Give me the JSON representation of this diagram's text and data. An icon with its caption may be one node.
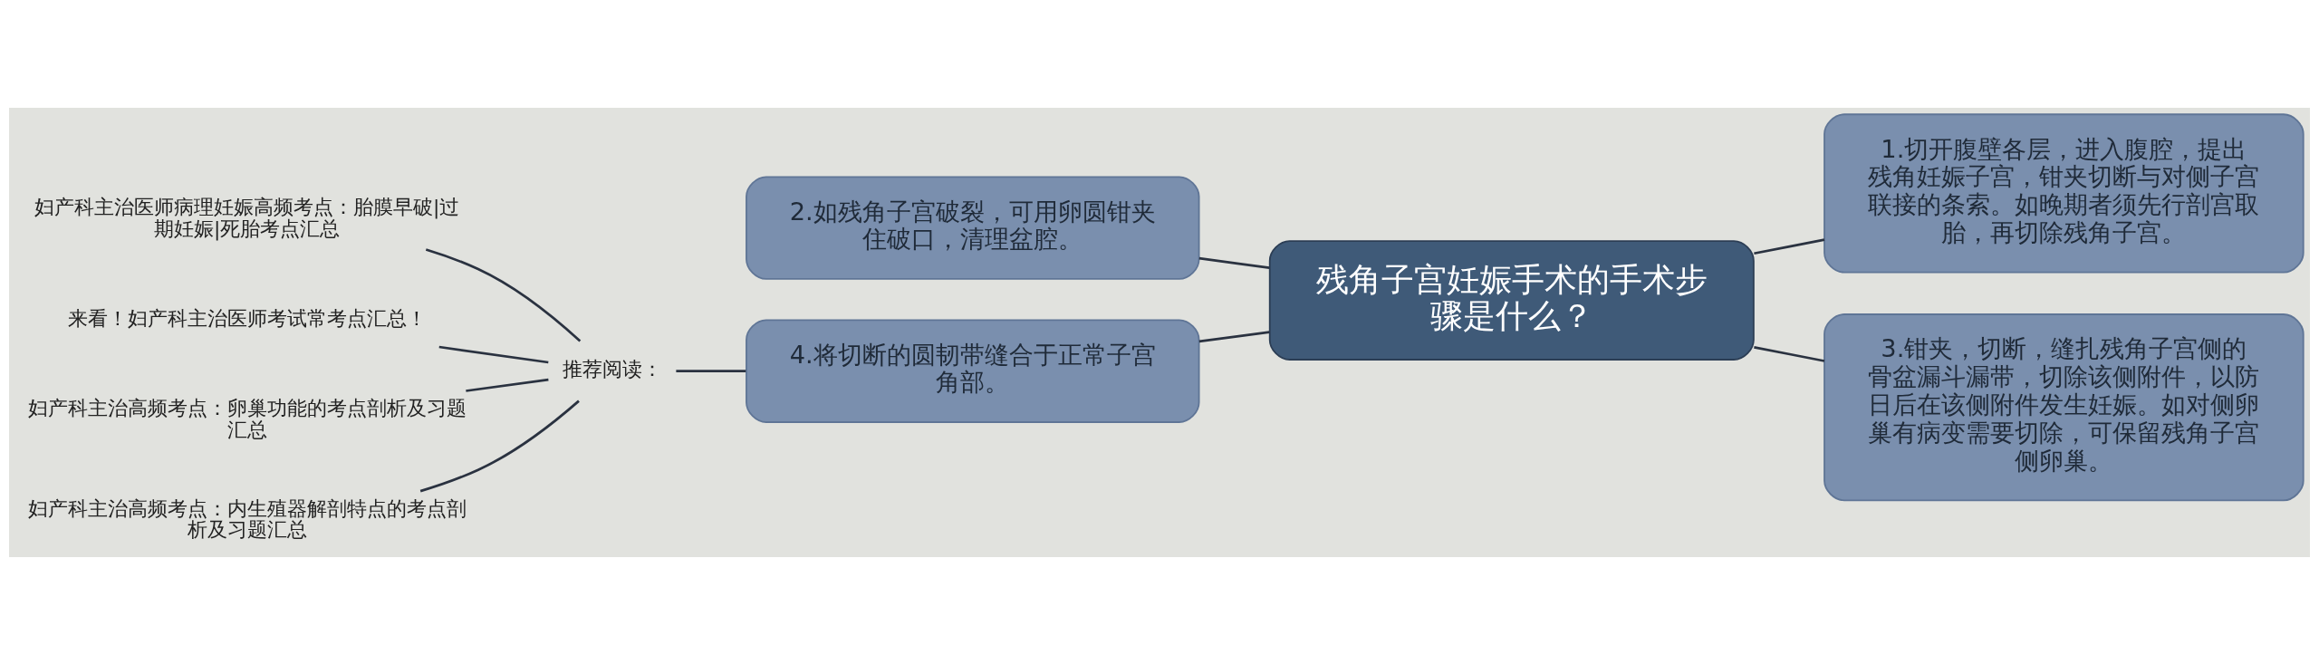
{
  "diagram": {
    "nodes": [
      {
        "text": [
          "残角子宫妊娠手术的手术步骤是什么？"
        ]
      },
      {
        "text": [
          "1.切开腹壁各层，进入腹腔，提出残角妊娠子宫，钳夹切断与对侧子宫联接的条索。如晚期者须先行剖宫取胎，再切除残角子宫。"
        ]
      },
      {
        "text": [
          "2.如残角子宫破裂，可用卵圆钳夹住破口，清理盆腔。"
        ]
      },
      {
        "text": [
          "3.钳夹，切断，缝扎残角子宫侧的骨盆漏斗漏带，切除该侧附件，以防日后在该侧附件发生妊娠。如对侧卵巢有病变需要切除，可保留残角子宫侧卵巢。"
        ]
      },
      {
        "text": [
          "4.将切断的圆韧带缝合于正常子宫角部。"
        ]
      },
      {
        "text": [
          "推荐阅读："
        ]
      },
      {
        "text": [
          "妇产科主治医师病理妊娠高频考点：胎膜早破|过期妊娠|死胎考点汇总"
        ]
      },
      {
        "text": [
          "来看！妇产科主治医师考试常考点汇总！"
        ]
      },
      {
        "text": [
          "妇产科主治高频考点：卵巢功能的考点剖析及习题汇总"
        ]
      },
      {
        "text": [
          "妇产科主治高频考点：内生殖器解剖特点的考点剖析及习题汇总"
        ]
      }
    ],
    "edges": [
      {
        "from": 0,
        "to": 1,
        "arrow": "none"
      },
      {
        "from": 0,
        "to": 2,
        "arrow": "none"
      },
      {
        "from": 0,
        "to": 3,
        "arrow": "none"
      },
      {
        "from": 0,
        "to": 4,
        "arrow": "none"
      },
      {
        "from": 4,
        "to": 5,
        "arrow": "none"
      },
      {
        "from": 5,
        "to": 6,
        "arrow": "none"
      },
      {
        "from": 5,
        "to": 7,
        "arrow": "none"
      },
      {
        "from": 5,
        "to": 8,
        "arrow": "none"
      },
      {
        "from": 5,
        "to": 9,
        "arrow": "none"
      }
    ]
  }
}
